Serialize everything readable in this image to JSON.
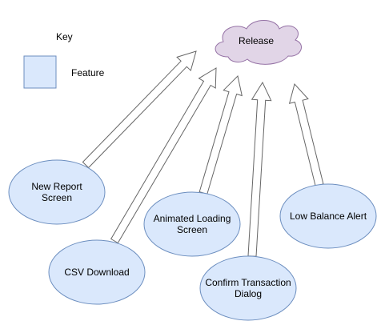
{
  "colors": {
    "feature_fill": "#dae8fc",
    "feature_stroke": "#6c8ebf",
    "release_fill": "#e1d5e7",
    "release_stroke": "#9673a6",
    "arrow_fill": "#ffffff",
    "arrow_stroke": "#666666"
  },
  "key": {
    "title": "Key",
    "feature_label": "Feature"
  },
  "release": {
    "label": "Release"
  },
  "features": [
    {
      "id": "new-report-screen",
      "lines": [
        "New Report",
        "Screen"
      ]
    },
    {
      "id": "csv-download",
      "lines": [
        "CSV Download"
      ]
    },
    {
      "id": "animated-loading-screen",
      "lines": [
        "Animated Loading",
        "Screen"
      ]
    },
    {
      "id": "confirm-transaction-dialog",
      "lines": [
        "Confirm Transaction",
        "Dialog"
      ]
    },
    {
      "id": "low-balance-alert",
      "lines": [
        "Low Balance Alert"
      ]
    }
  ]
}
